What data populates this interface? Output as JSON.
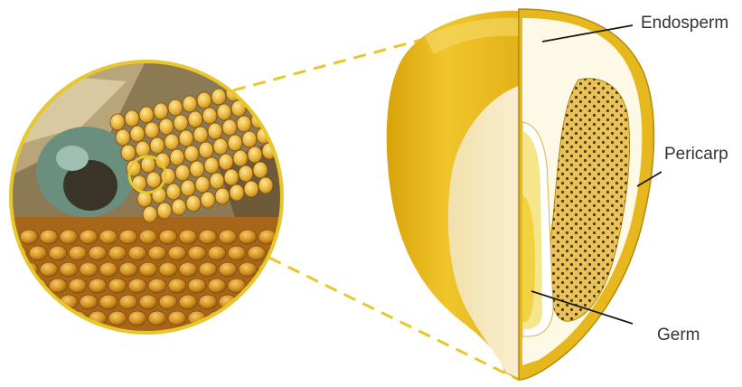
{
  "labels": {
    "endosperm": "Endosperm",
    "pericarp": "Pericarp",
    "germ": "Germ"
  },
  "colors": {
    "pericarp": "#E6B81E",
    "pericarp_outline": "#B5890A",
    "endosperm_inner": "#FDF9E6",
    "floury_endosperm": "#E8C25A",
    "dot": "#5A3A10",
    "germ_yellow": "#F2D241",
    "leader_line": "#1a1a1a",
    "dashed_callout": "#E8C72D",
    "zoom_ring": "#E8C72D"
  },
  "icons": {
    "ear": "corn-ear-photo",
    "kernel": "corn-kernel-photo"
  }
}
